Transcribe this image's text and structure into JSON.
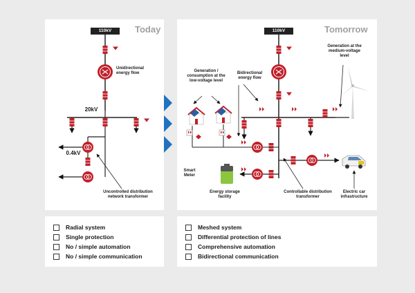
{
  "today": {
    "heading": "Today",
    "voltage_top": "110kV",
    "voltage_mid": "20kV",
    "voltage_low": "0.4kV",
    "flow_label": "Unidirectional energy flow",
    "transformer_label": "Uncontrolled distribution network transformer",
    "features": [
      "Radial system",
      "Single protection",
      "No / simple automation",
      "No / simple communication"
    ]
  },
  "tomorrow": {
    "heading": "Tomorrow",
    "voltage_top": "110kV",
    "generation_lv_label": "Generation / consumption at the low-voltage level",
    "bidirectional_label": "Bidirectional energy flow",
    "generation_mv_label": "Generation at the medium-voltage level",
    "smart_meter_label": "Smart Meter",
    "storage_label": "Energy storage facility",
    "transformer_label": "Controllable distribution transformer",
    "ecar_label": "Electric car infrastructure",
    "features": [
      "Meshed system",
      "Differential protection of lines",
      "Comprehensive automation",
      "Bidirectional communication"
    ]
  },
  "colors": {
    "accent_red": "#c0202a",
    "arrow_blue": "#1f73c0",
    "battery_green": "#8cc63f"
  }
}
